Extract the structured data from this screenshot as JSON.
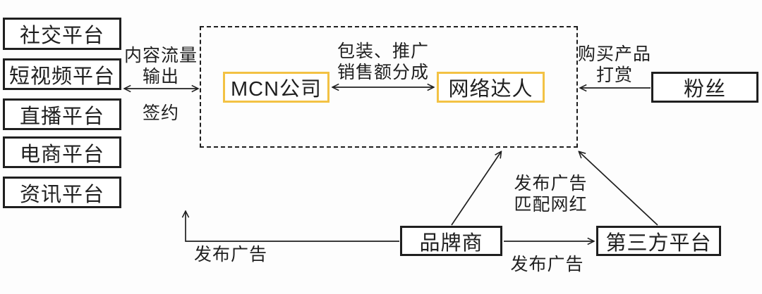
{
  "nodes": {
    "social": "社交平台",
    "short_video": "短视频平台",
    "live": "直播平台",
    "ecommerce": "电商平台",
    "news": "资讯平台",
    "mcn": "MCN公司",
    "influencer": "网络达人",
    "fans": "粉丝",
    "brand": "品牌商",
    "third_party": "第三方平台"
  },
  "edge_labels": {
    "content_output_line1": "内容流量",
    "content_output_line2": "输出",
    "sign": "签约",
    "package_line1": "包装、推广",
    "package_line2": "销售额分成",
    "purchase_line1": "购买产品",
    "purchase_line2": "打赏",
    "publish_match_line1": "发布广告",
    "publish_match_line2": "匹配网红",
    "publish_ad_to_third_party": "发布广告",
    "publish_ad_to_news": "发布广告"
  },
  "edges": [
    {
      "from": "platform-group",
      "to": "mcn-group",
      "direction": "bidirectional",
      "labels": [
        "内容流量 输出",
        "签约"
      ]
    },
    {
      "from": "mcn",
      "to": "influencer",
      "direction": "bidirectional",
      "labels": [
        "包装、推广",
        "销售额分成"
      ]
    },
    {
      "from": "fans",
      "to": "mcn-group",
      "direction": "one-way",
      "labels": [
        "购买产品",
        "打赏"
      ]
    },
    {
      "from": "brand",
      "to": "mcn-group",
      "direction": "one-way",
      "labels": []
    },
    {
      "from": "third_party",
      "to": "mcn-group",
      "direction": "one-way",
      "labels": [
        "发布广告",
        "匹配网红"
      ]
    },
    {
      "from": "brand",
      "to": "third_party",
      "direction": "one-way",
      "labels": [
        "发布广告"
      ]
    },
    {
      "from": "brand",
      "to": "news",
      "direction": "one-way",
      "labels": [
        "发布广告"
      ]
    }
  ],
  "colors": {
    "highlight_border": "#F3C244",
    "box_border": "#1F1F1F",
    "line": "#1F1F1F",
    "background": "#FDFDFD"
  }
}
